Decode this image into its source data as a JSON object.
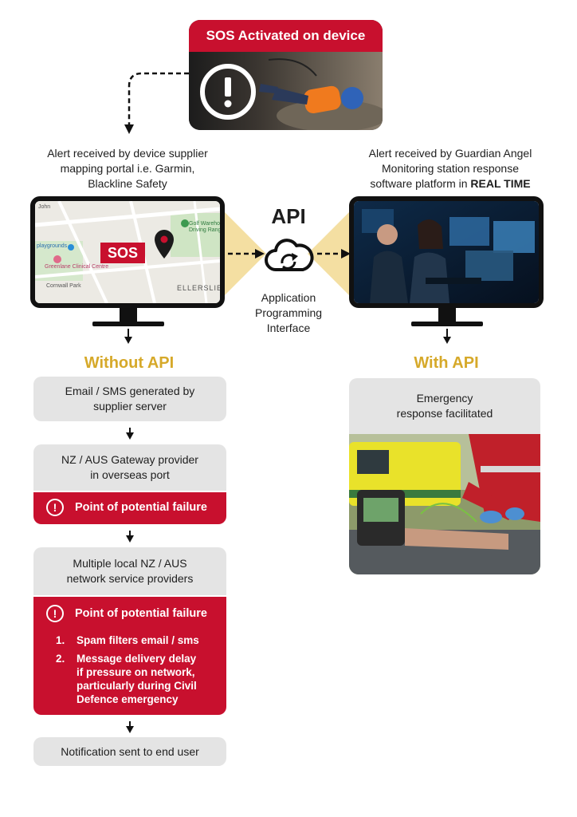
{
  "sos": {
    "title": "SOS Activated on device",
    "icon": "exclamation-circle-icon"
  },
  "left_caption": [
    "Alert received by device supplier",
    "mapping portal i.e. Garmin,",
    "Blackline Safety"
  ],
  "right_caption": {
    "line1": "Alert received by Guardian Angel",
    "line2": "Monitoring station response",
    "line3_prefix": "software platform in ",
    "line3_bold": "REAL TIME"
  },
  "map": {
    "sos_label": "SOS",
    "labels": {
      "golf": "Golf Warehouse\nDriving Range",
      "playgrounds": "playgrounds",
      "clinic": "Greenlane Clinical Centre",
      "park": "Cornwall Park",
      "suburb": "ELLERSLIE",
      "john": "John"
    }
  },
  "api": {
    "title": "API",
    "caption": [
      "Application",
      "Programming",
      "Interface"
    ],
    "icon": "cloud-sync-icon"
  },
  "without": {
    "title": "Without API",
    "step1": [
      "Email / SMS generated by",
      "supplier server"
    ],
    "step2": [
      "NZ / AUS Gateway provider",
      "in overseas port"
    ],
    "fail1": "Point of potential failure",
    "step3": [
      "Multiple local NZ / AUS",
      "network service providers"
    ],
    "fail2": {
      "title": "Point of potential failure",
      "items": [
        {
          "num": "1.",
          "text": "Spam filters email / sms"
        },
        {
          "num": "2.",
          "text": "Message delivery delay if pressure on network, particularly during Civil Defence emergency"
        }
      ]
    },
    "step4": "Notification sent to end user"
  },
  "with": {
    "title": "With API",
    "step1": [
      "Emergency",
      "response facilitated"
    ]
  },
  "colors": {
    "red": "#c8102e",
    "gold": "#d6a92a",
    "grey": "#e4e4e4",
    "dark": "#111111"
  }
}
